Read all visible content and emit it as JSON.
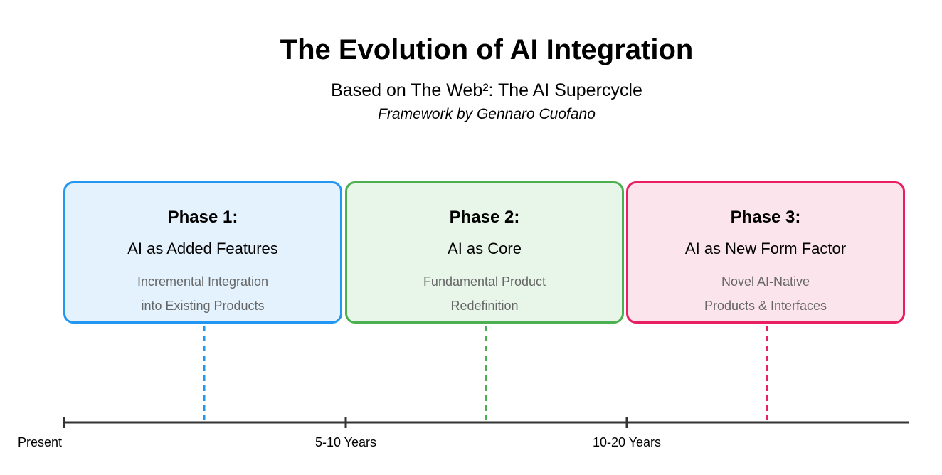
{
  "header": {
    "title": "The Evolution of AI Integration",
    "subtitle": "Based on The Web²: The AI Supercycle",
    "credit": "Framework by Gennaro Cuofano"
  },
  "phases": [
    {
      "name": "Phase 1:",
      "title": "AI as Added Features",
      "description": [
        "Incremental Integration",
        "into Existing Products"
      ],
      "border_color": "#2196f3",
      "fill_color": "#e3f2fd"
    },
    {
      "name": "Phase 2:",
      "title": "AI as Core",
      "description": [
        "Fundamental Product",
        "Redefinition"
      ],
      "border_color": "#4caf50",
      "fill_color": "#e8f5e9"
    },
    {
      "name": "Phase 3:",
      "title": "AI as New Form Factor",
      "description": [
        "Novel AI-Native",
        "Products & Interfaces"
      ],
      "border_color": "#e91e63",
      "fill_color": "#fce4ec"
    }
  ],
  "timeline": {
    "ticks": [
      "Present",
      "5-10 Years",
      "10-20 Years"
    ],
    "axis_color": "#333333"
  }
}
